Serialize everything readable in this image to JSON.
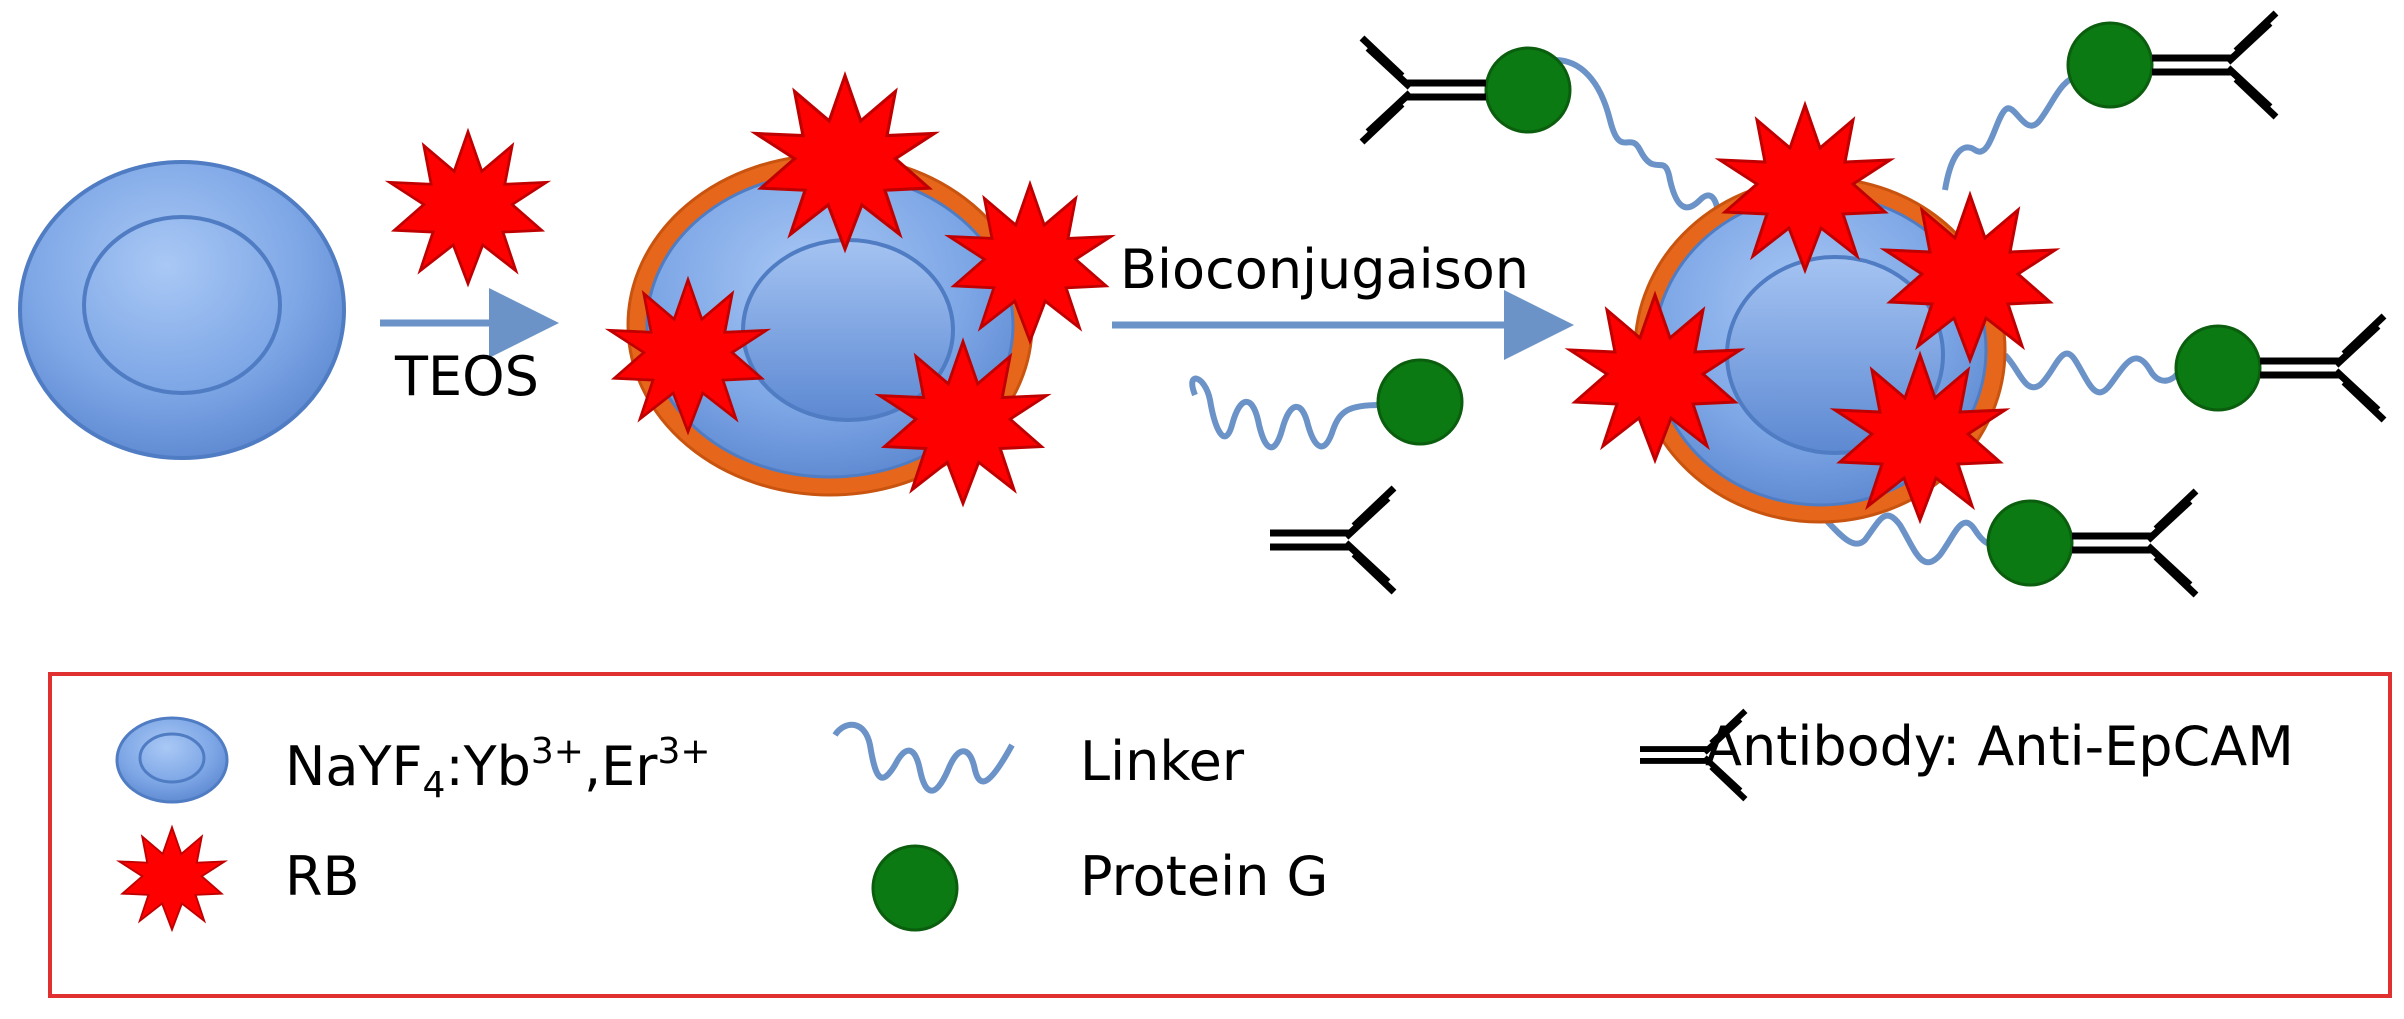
{
  "process": {
    "step1_label": "TEOS",
    "step2_label": "Bioconjugaison"
  },
  "legend": {
    "nanoparticle": {
      "base": "NaYF",
      "sub4": "4",
      "mid": ":Yb",
      "sup1": "3+",
      "comma": ",Er",
      "sup2": "3+"
    },
    "rb_label": "RB",
    "linker_label": "Linker",
    "protein_label": "Protein G",
    "antibody_label": "Antibody: Anti-EpCAM"
  },
  "colors": {
    "particle_blue": "#6f9be0",
    "arrow_blue": "#6b93c8",
    "shell_orange": "#e6671b",
    "star_red": "#ff0000",
    "protein_green": "#0b7a12",
    "legend_border": "#e03030"
  }
}
